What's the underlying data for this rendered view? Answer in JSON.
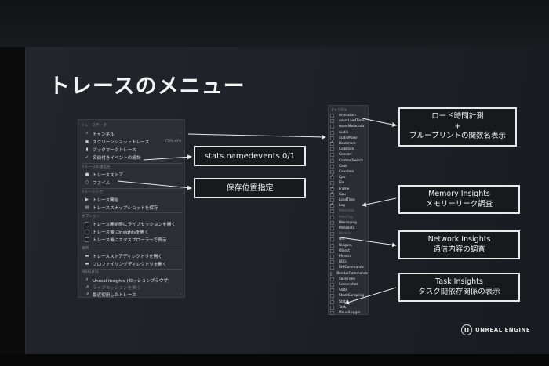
{
  "slide": {
    "title": "トレースのメニュー"
  },
  "menu": {
    "sections": {
      "trace_data": "トレースデータ",
      "trace_dest": "トレースの送信先",
      "tracing": "トレーシング",
      "options": "オプション",
      "locations": "場所",
      "insights": "INSIGHTS"
    },
    "items": {
      "channels": "チャンネル",
      "screenshot": "スクリーンショットトレース",
      "screenshot_shortcut": "CTRL+F9",
      "bookmark": "ブックマークトレース",
      "named_events": "名前付きイベントの統計",
      "trace_store": "トレースストア",
      "file": "ファイル",
      "trace_start": "トレース開始",
      "save_snapshot": "トレーススナップショットを保存",
      "opt_live": "トレース開始時にライブセッションを開く",
      "opt_insights": "トレース後にInsightsを開く",
      "opt_explorer": "トレース後にエクスプローラーで表示",
      "loc_store_dir": "トレースストアディレクトリを開く",
      "loc_profiling_dir": "プロファイリングディレクトリを開く",
      "unreal_insights": "Unreal Insights (セッションブラウザ)",
      "live_session": "ライブセッションを開く",
      "recent_traces": "最近使用したトレース"
    }
  },
  "channels": {
    "header": "チャンネル",
    "list": [
      {
        "name": "Animation",
        "checked": false,
        "dim": false
      },
      {
        "name": "AssetLoadTime",
        "checked": false,
        "dim": false
      },
      {
        "name": "AssetMetadata",
        "checked": false,
        "dim": false
      },
      {
        "name": "Audio",
        "checked": false,
        "dim": false
      },
      {
        "name": "AudioMixer",
        "checked": false,
        "dim": false
      },
      {
        "name": "Bookmark",
        "checked": true,
        "dim": false
      },
      {
        "name": "Callstack",
        "checked": false,
        "dim": false
      },
      {
        "name": "Concert",
        "checked": false,
        "dim": false
      },
      {
        "name": "ContextSwitch",
        "checked": false,
        "dim": false
      },
      {
        "name": "Cook",
        "checked": false,
        "dim": false
      },
      {
        "name": "Counters",
        "checked": false,
        "dim": false
      },
      {
        "name": "Cpu",
        "checked": true,
        "dim": false
      },
      {
        "name": "File",
        "checked": false,
        "dim": false
      },
      {
        "name": "Frame",
        "checked": true,
        "dim": false
      },
      {
        "name": "Gpu",
        "checked": true,
        "dim": false
      },
      {
        "name": "LoadTime",
        "checked": false,
        "dim": false
      },
      {
        "name": "Log",
        "checked": true,
        "dim": false
      },
      {
        "name": "Memalloc",
        "checked": false,
        "dim": true
      },
      {
        "name": "MemTag",
        "checked": false,
        "dim": true
      },
      {
        "name": "Messaging",
        "checked": false,
        "dim": false
      },
      {
        "name": "Metadata",
        "checked": false,
        "dim": false
      },
      {
        "name": "Module",
        "checked": false,
        "dim": true
      },
      {
        "name": "Net",
        "checked": false,
        "dim": false
      },
      {
        "name": "Niagara",
        "checked": false,
        "dim": false
      },
      {
        "name": "Object",
        "checked": false,
        "dim": false
      },
      {
        "name": "Physics",
        "checked": false,
        "dim": false
      },
      {
        "name": "RDG",
        "checked": false,
        "dim": false
      },
      {
        "name": "RHICommands",
        "checked": false,
        "dim": false
      },
      {
        "name": "RenderCommands",
        "checked": false,
        "dim": false
      },
      {
        "name": "SaveTime",
        "checked": false,
        "dim": false
      },
      {
        "name": "Screenshot",
        "checked": false,
        "dim": false
      },
      {
        "name": "Slate",
        "checked": false,
        "dim": false
      },
      {
        "name": "StackSampling",
        "checked": false,
        "dim": false
      },
      {
        "name": "Stats",
        "checked": false,
        "dim": false
      },
      {
        "name": "Task",
        "checked": false,
        "dim": false
      },
      {
        "name": "VisualLogger",
        "checked": false,
        "dim": false
      }
    ]
  },
  "callouts": {
    "named_events": "stats.namedevents 0/1",
    "save_location": "保存位置指定",
    "load_time_1": "ロード時間計測",
    "load_time_2": "+",
    "load_time_3": "ブループリントの関数名表示",
    "memory_1": "Memory Insights",
    "memory_2": "メモリーリーク調査",
    "network_1": "Network Insights",
    "network_2": "通信内容の調査",
    "task_1": "Task Insights",
    "task_2": "タスク間依存関係の表示"
  },
  "branding": {
    "logo_mark": "U",
    "logo_text": "UNREAL ENGINE"
  },
  "colors": {
    "callout_border": "#e8e8e8",
    "panel_bg": "#2b2f35",
    "screen_bg": "#1f2329"
  }
}
